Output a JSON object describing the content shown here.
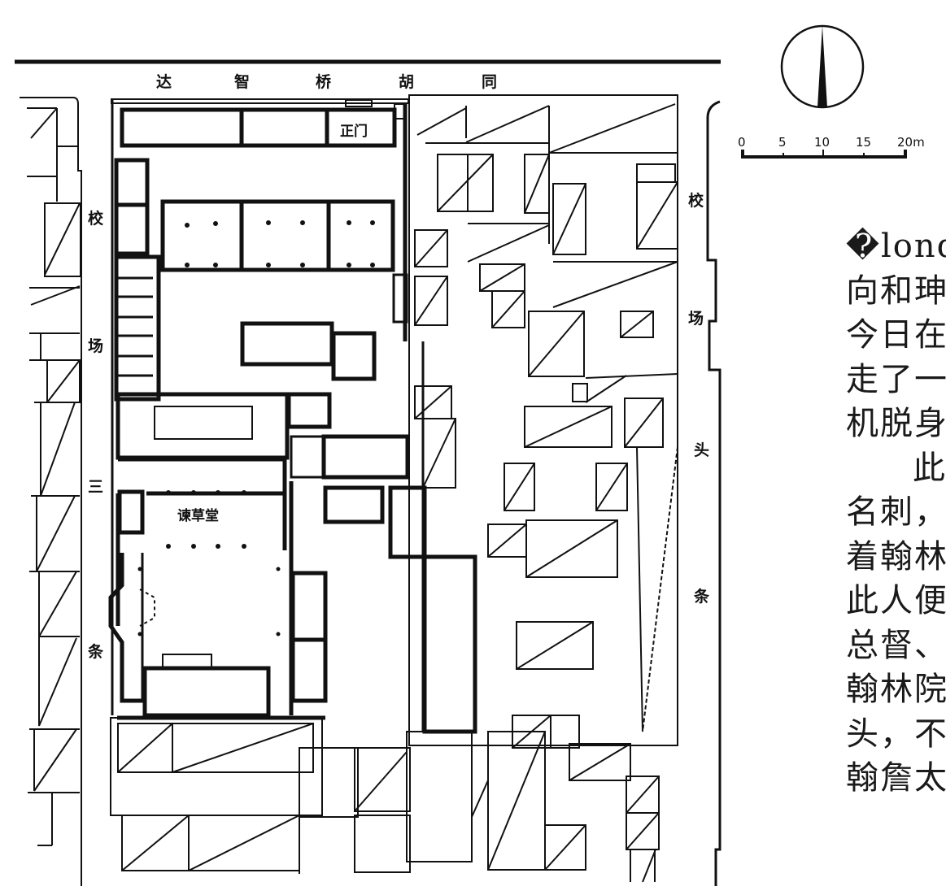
{
  "figure": {
    "type": "site floor plan",
    "north_arrow": "north-arrow-icon",
    "scale_bar": {
      "ticks": [
        "0",
        "5",
        "10",
        "15",
        "20m"
      ],
      "max_meters": 20
    },
    "streets": {
      "north": [
        "达",
        "智",
        "桥",
        "胡",
        "同"
      ],
      "west": [
        "校",
        "场",
        "三",
        "条"
      ],
      "east": [
        "校",
        "场",
        "头",
        "条"
      ]
    },
    "rooms": {
      "main_gate": "正门",
      "hall": "谏草堂"
    },
    "colors": {
      "ink": "#111111",
      "paper": "#ffffff"
    }
  },
  "body_text": {
    "lines": [
      {
        "text": "�londonz",
        "indent": false
      },
      {
        "text": "向和珅",
        "indent": false
      },
      {
        "text": "今日在",
        "indent": false
      },
      {
        "text": "走了一",
        "indent": false
      },
      {
        "text": "机脱身",
        "indent": false
      },
      {
        "text": "此",
        "indent": true
      },
      {
        "text": "名刺，",
        "indent": false
      },
      {
        "text": "着翰林",
        "indent": false
      },
      {
        "text": "此人便",
        "indent": false
      },
      {
        "text": "总督、",
        "indent": false
      },
      {
        "text": "翰林院",
        "indent": false
      },
      {
        "text": "头，不",
        "indent": false
      },
      {
        "text": "翰詹太",
        "indent": false
      }
    ]
  }
}
